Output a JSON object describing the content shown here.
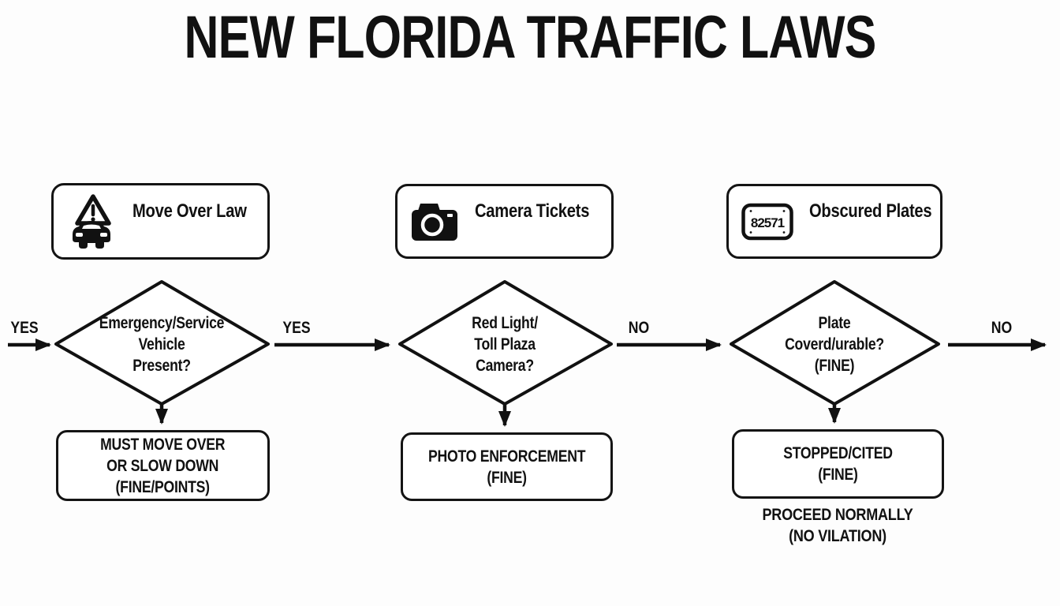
{
  "title": "NEW FLORIDA TRAFFIC LAWS",
  "colors": {
    "ink": "#111111",
    "background": "#fdfdfd",
    "box_fill": "#ffffff"
  },
  "edge_labels": {
    "entry": "YES",
    "after_move_over": "YES",
    "after_camera": "NO",
    "exit": "NO"
  },
  "columns": [
    {
      "header": "Move Over Law",
      "icon": "car-warning-icon",
      "decision_lines": [
        "Emergency/Service",
        "Vehicle",
        "Present?"
      ],
      "outcome_lines": [
        "MUST MOVE OVER",
        "OR SLOW DOWN",
        "(FINE/POINTS)"
      ]
    },
    {
      "header": "Camera Tickets",
      "icon": "camera-icon",
      "decision_lines": [
        "Red Light/",
        "Toll Plaza",
        "Camera?"
      ],
      "outcome_lines": [
        "PHOTO ENFORCEMENT",
        "(FINE)"
      ]
    },
    {
      "header": "Obscured Plates",
      "icon": "license-plate-icon",
      "plate_number": "82571",
      "decision_lines": [
        "Plate",
        "Coverd/urable?",
        "(FINE)"
      ],
      "outcome_lines": [
        "STOPPED/CITED",
        "(FINE)"
      ],
      "footnote_lines": [
        "PROCEED NORMALLY",
        "(NO VILATION)"
      ]
    }
  ]
}
